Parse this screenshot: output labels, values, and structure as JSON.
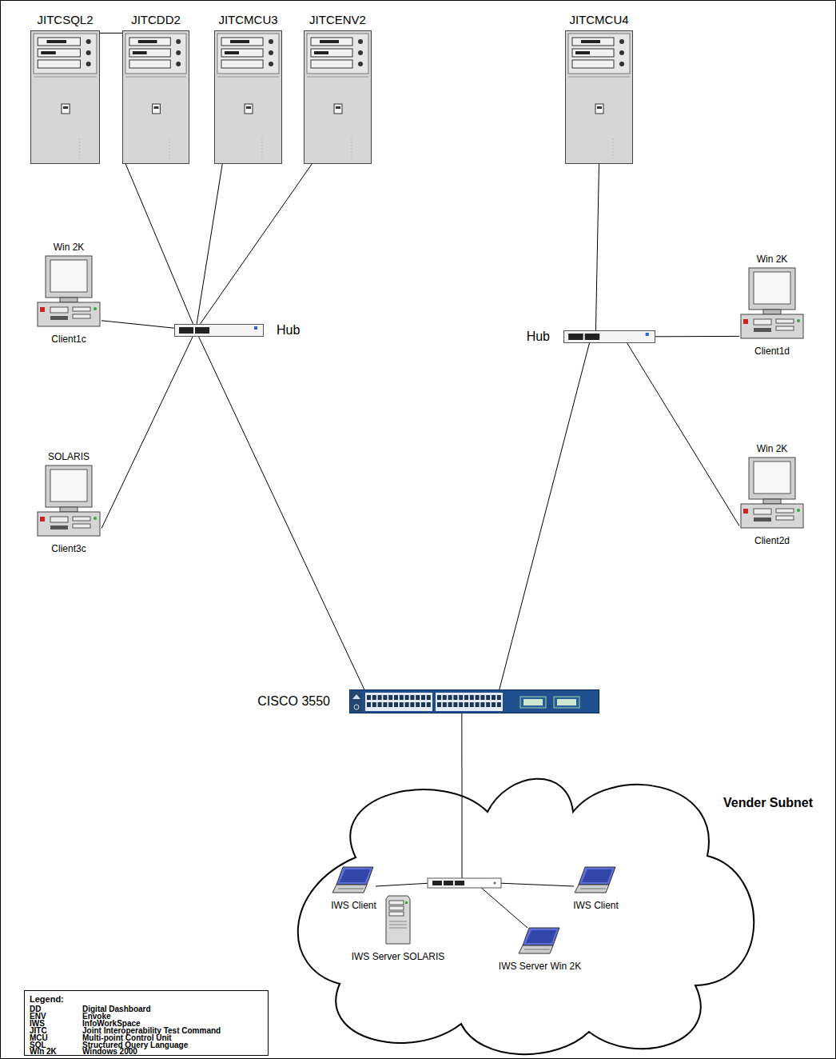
{
  "diagram": {
    "nodes": [
      {
        "text": [
          "JITCSQL2"
        ]
      },
      {
        "text": [
          "JITCDD2"
        ]
      },
      {
        "text": [
          "JITCMCU3"
        ]
      },
      {
        "text": [
          "JITCENV2"
        ]
      },
      {
        "text": [
          "JITCMCU4"
        ]
      },
      {
        "text": [
          "Win 2K",
          "Client1c"
        ]
      },
      {
        "text": [
          "SOLARIS",
          "Client3c"
        ]
      },
      {
        "text": [
          "Hub"
        ]
      },
      {
        "text": [
          "Hub"
        ]
      },
      {
        "text": [
          "Win 2K",
          "Client1d"
        ]
      },
      {
        "text": [
          "Win 2K",
          "Client2d"
        ]
      },
      {
        "text": [
          "CISCO 3550"
        ]
      },
      {
        "text": [
          "Vender Subnet"
        ]
      },
      {
        "text": [
          "IWS Client"
        ],
        "in": 12
      },
      {
        "text": [
          "IWS Client"
        ],
        "in": 12
      },
      {
        "text": [
          "IWS Server SOLARIS"
        ],
        "in": 12
      },
      {
        "text": [
          "IWS Server Win 2K"
        ],
        "in": 12
      }
    ],
    "edges": [
      {
        "from": 0,
        "to": 1,
        "arrow": "none"
      },
      {
        "from": 1,
        "to": 7,
        "arrow": "none"
      },
      {
        "from": 2,
        "to": 7,
        "arrow": "none"
      },
      {
        "from": 3,
        "to": 7,
        "arrow": "none"
      },
      {
        "from": 5,
        "to": 7,
        "arrow": "none"
      },
      {
        "from": 6,
        "to": 7,
        "arrow": "none"
      },
      {
        "from": 7,
        "to": 11,
        "arrow": "none"
      },
      {
        "from": 4,
        "to": 8,
        "arrow": "none"
      },
      {
        "from": 8,
        "to": 9,
        "arrow": "none"
      },
      {
        "from": 8,
        "to": 10,
        "arrow": "none"
      },
      {
        "from": 8,
        "to": 11,
        "arrow": "none"
      },
      {
        "from": 11,
        "to": 12,
        "arrow": "none"
      }
    ],
    "labels": [
      "Legend:",
      "DD",
      "Digital Dashboard",
      "ENV",
      "Envoke",
      "IWS",
      "InfoWorkSpace",
      "JITC",
      "Joint Interoperability Test Command",
      "MCU",
      "Multi-point Control Unit",
      "SQL",
      "Structured Query Language",
      "Win 2K",
      "Windows 2000"
    ]
  }
}
